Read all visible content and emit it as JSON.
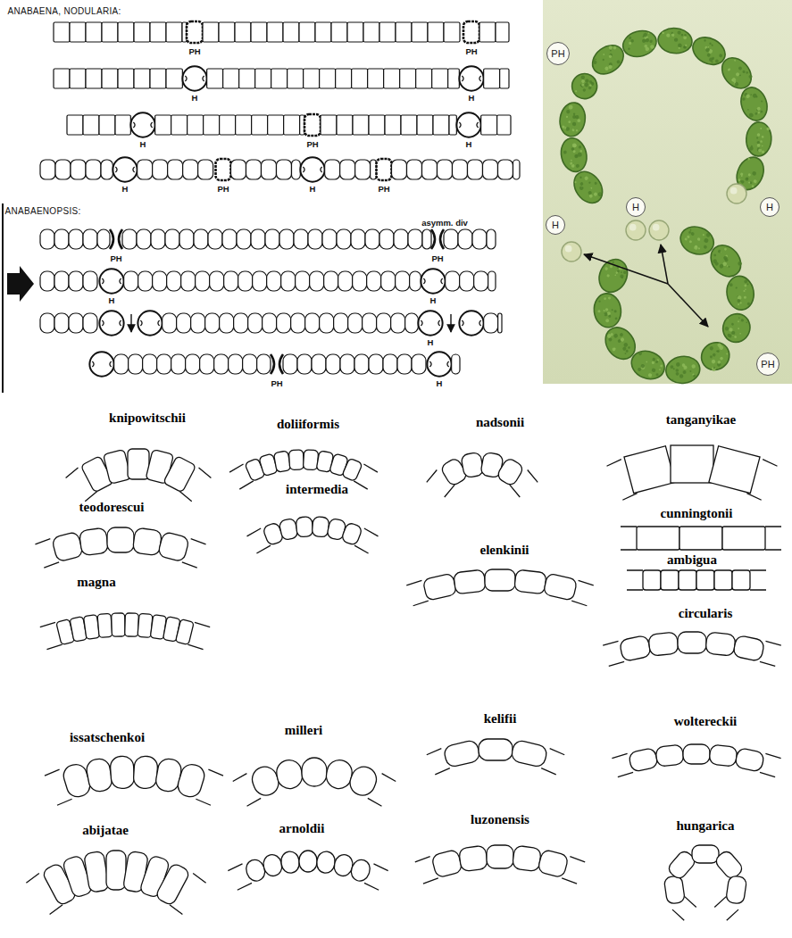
{
  "diagram": {
    "nodes": [
      {
        "text": [
          "PH"
        ]
      },
      {
        "text": [
          "H"
        ]
      },
      {
        "text": [
          "H"
        ]
      },
      {
        "text": [
          "H"
        ]
      },
      {
        "text": [
          "PH"
        ]
      }
    ],
    "labels": [
      "ANABAENA, NODULARIA:",
      "PH",
      "PH",
      "H",
      "H",
      "H",
      "PH",
      "H",
      "H",
      "PH",
      "H",
      "PH",
      "ANABAENOPSIS:",
      "asymm. div",
      "PH",
      "PH",
      "H",
      "H",
      "H",
      "PH",
      "H",
      "knipowitschii",
      "doliiformis",
      "nadsonii",
      "tanganyikae",
      "teodorescui",
      "intermedia",
      "elenkinii",
      "cunningtonii",
      "ambigua",
      "magna",
      "circularis",
      "issatschenkoi",
      "milleri",
      "kelifii",
      "woltereckii",
      "abijatae",
      "arnoldii",
      "luzonensis",
      "hungarica"
    ]
  }
}
